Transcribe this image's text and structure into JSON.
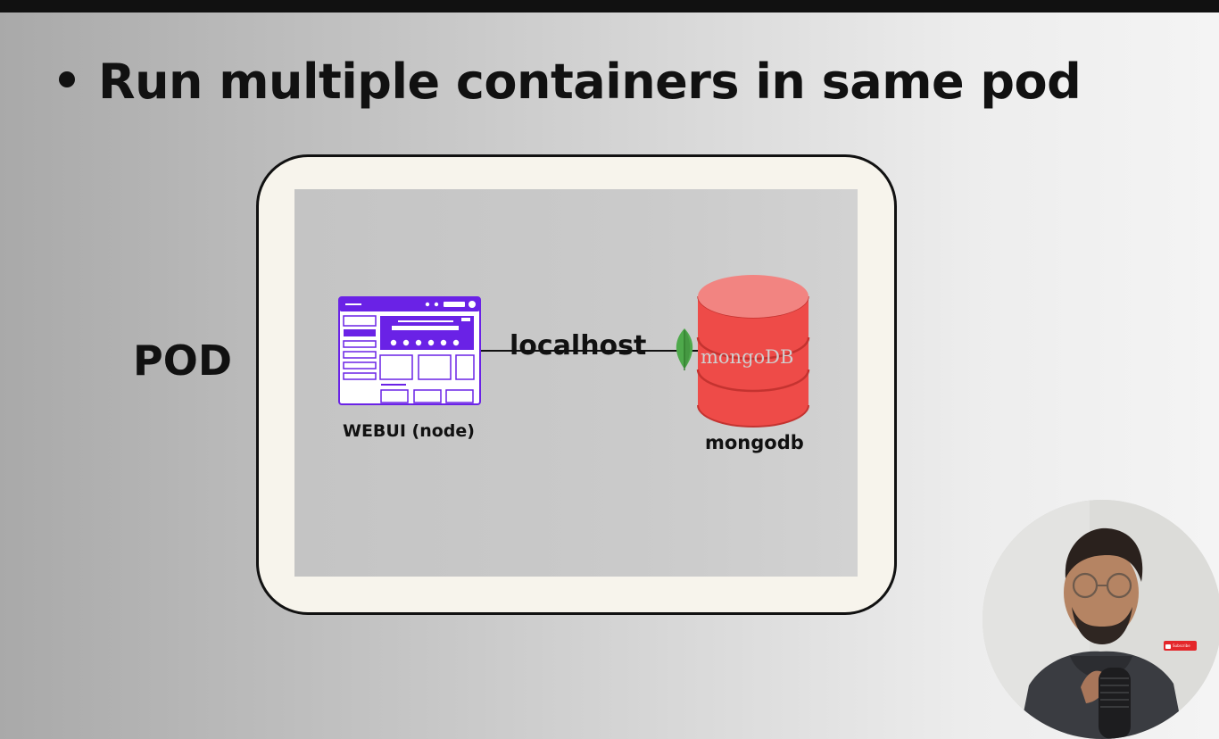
{
  "slide": {
    "title": "Run multiple containers in same pod",
    "pod_label": "POD"
  },
  "diagram": {
    "webui": {
      "label": "WEBUI (node)",
      "icon": "web-ui-window-icon",
      "accent": "#6a22e6"
    },
    "link": {
      "label": "localhost"
    },
    "database": {
      "label": "mongodb",
      "brand": "mongoDB",
      "icon": "database-cylinder-icon",
      "color": "#ee4b48",
      "leaf_color": "#4ea94b"
    }
  },
  "overlay": {
    "subscribe_label": "Subscribe"
  }
}
